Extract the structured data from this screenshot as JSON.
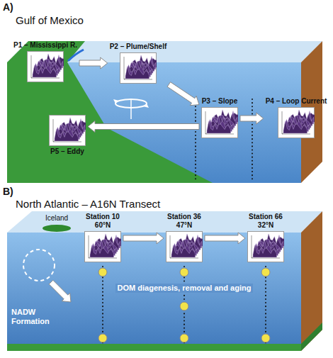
{
  "diagram": {
    "nodes": [
      {
        "text": [
          "P1 – Mississippi R."
        ]
      },
      {
        "text": [
          "P2 – Plume/Shelf"
        ]
      },
      {
        "text": [
          "P3 – Slope"
        ]
      },
      {
        "text": [
          "P4 – Loop Current"
        ]
      },
      {
        "text": [
          "P5 – Eddy"
        ]
      },
      {
        "text": [
          "Station 10",
          "60°N"
        ]
      },
      {
        "text": [
          "Station 36",
          "47°N"
        ]
      },
      {
        "text": [
          "Station 66",
          "32°N"
        ]
      }
    ],
    "edges": [
      {
        "from": 0,
        "to": 1,
        "arrow": "to"
      },
      {
        "from": 1,
        "to": 2,
        "arrow": "to"
      },
      {
        "from": 2,
        "to": 4,
        "arrow": "to"
      },
      {
        "from": 2,
        "to": 3,
        "arrow": "to"
      },
      {
        "from": 5,
        "to": 6,
        "arrow": "to"
      },
      {
        "from": 6,
        "to": 7,
        "arrow": "to"
      }
    ],
    "labels": [
      "A)",
      "Gulf of Mexico",
      "B)",
      "North Atlantic – A16N Transect",
      "Iceland",
      "NADW Formation",
      "DOM diagenesis, removal and aging"
    ]
  }
}
